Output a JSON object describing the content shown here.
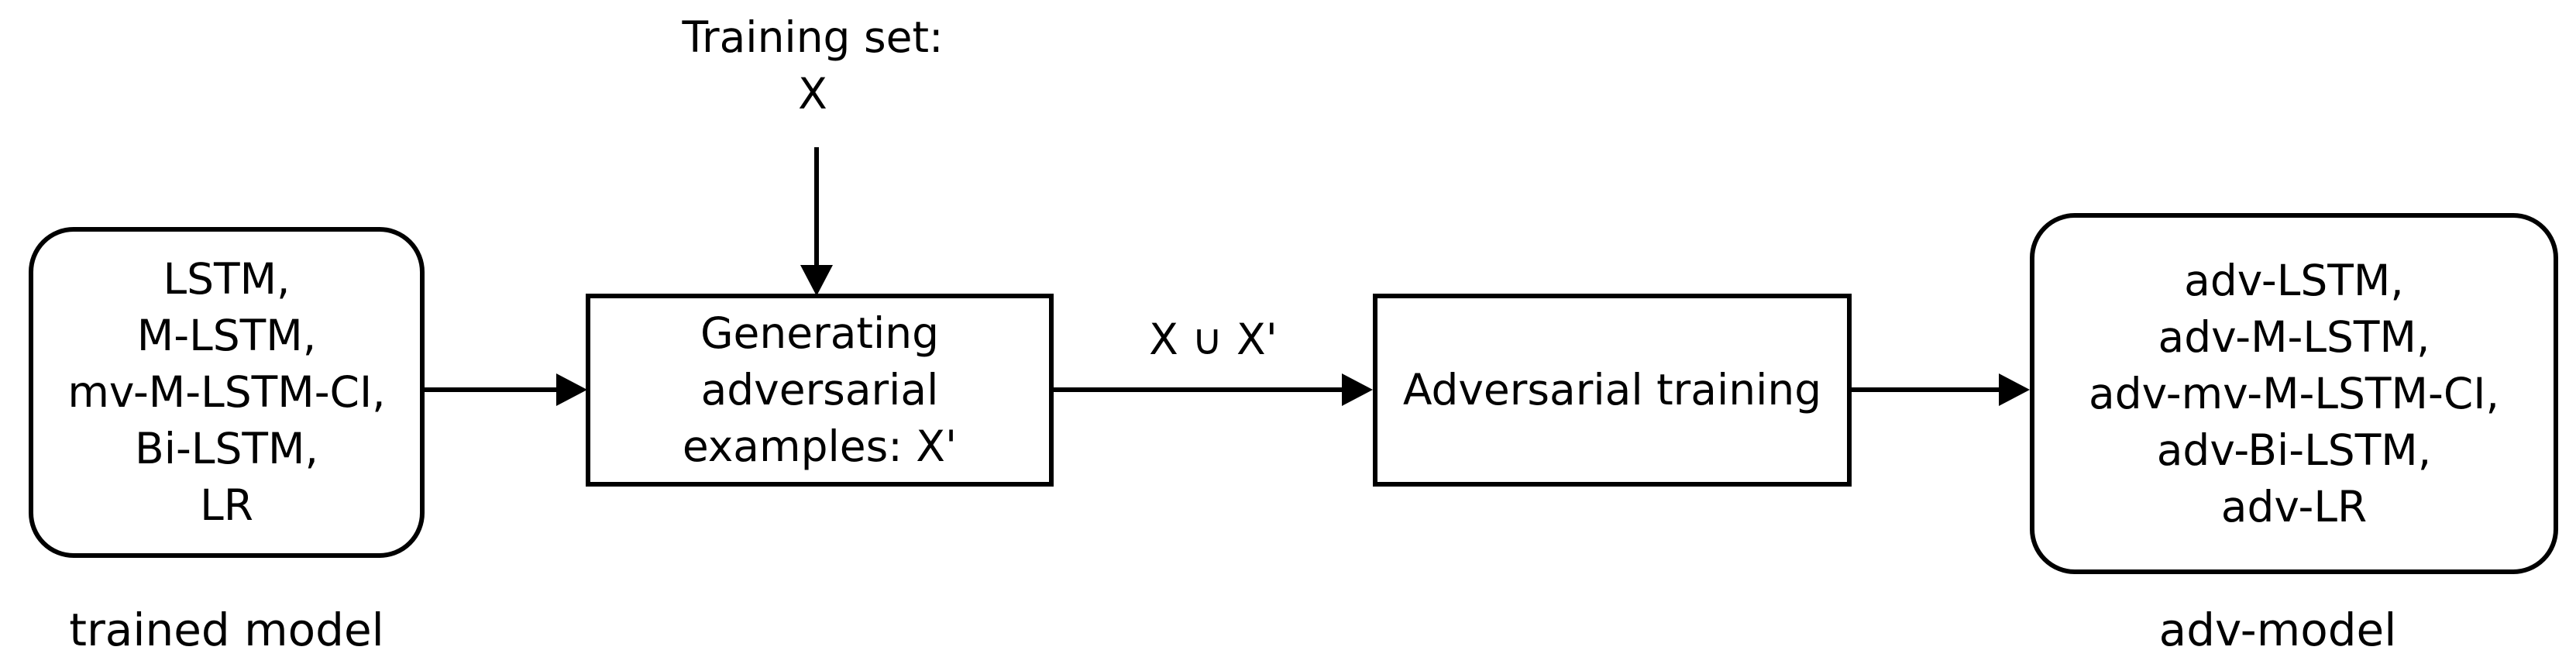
{
  "diagram": {
    "background_color": "#ffffff",
    "stroke_color": "#000000",
    "training_set_label": {
      "line1": "Training set:",
      "line2": "X"
    },
    "trained_model_box": {
      "lines": [
        "LSTM,",
        "M-LSTM,",
        "mv-M-LSTM-CI,",
        "Bi-LSTM,",
        "LR"
      ],
      "caption": "trained model"
    },
    "generating_box": {
      "lines": [
        "Generating",
        "adversarial",
        "examples: X'"
      ]
    },
    "union_arrow_label": "X ∪ X'",
    "adversarial_training_box": {
      "label": "Adversarial training"
    },
    "adv_model_box": {
      "lines": [
        "adv-LSTM,",
        "adv-M-LSTM,",
        "adv-mv-M-LSTM-CI,",
        "adv-Bi-LSTM,",
        "adv-LR"
      ],
      "caption": "adv-model"
    }
  }
}
